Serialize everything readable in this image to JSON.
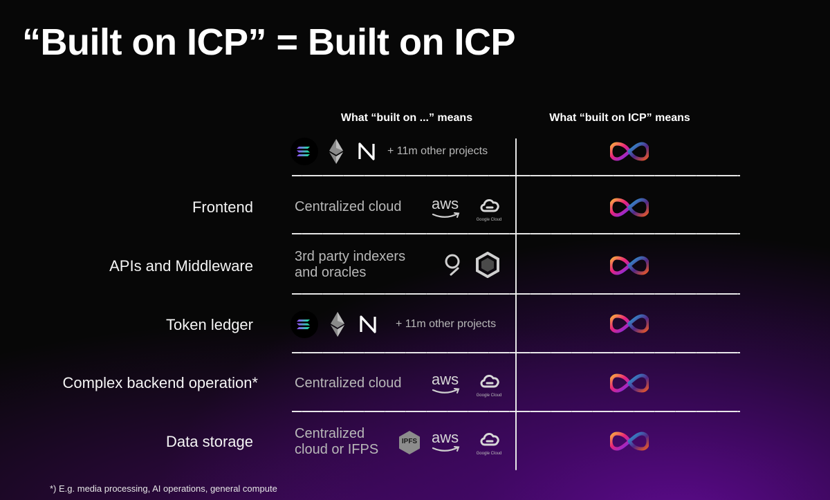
{
  "title": "“Built on ICP” = Built on ICP",
  "headers": {
    "left": "What “built on ...” means",
    "right": "What “built on ICP” means"
  },
  "rows": [
    {
      "label": "",
      "cell_text": "",
      "other": "+ 11m other projects",
      "icons": [
        "solana-icon",
        "ethereum-icon",
        "near-icon"
      ]
    },
    {
      "label": "Frontend",
      "cell_text": "Centralized cloud",
      "icons": [
        "aws-icon",
        "google-cloud-icon"
      ]
    },
    {
      "label": "APIs and Middleware",
      "cell_text": "3rd party indexers and oracles",
      "icons": [
        "the-graph-icon",
        "chainlink-icon"
      ]
    },
    {
      "label": "Token ledger",
      "cell_text": "",
      "other": "+ 11m other projects",
      "icons": [
        "solana-icon",
        "ethereum-icon",
        "near-icon"
      ]
    },
    {
      "label": "Complex backend operation*",
      "cell_text": "Centralized cloud",
      "icons": [
        "aws-icon",
        "google-cloud-icon"
      ]
    },
    {
      "label": "Data storage",
      "cell_text": "Centralized cloud or IFPS",
      "icons": [
        "ipfs-icon",
        "aws-icon",
        "google-cloud-icon"
      ]
    }
  ],
  "icon_labels": {
    "aws": "aws",
    "google_cloud": "Google Cloud",
    "ipfs": "IPFS"
  },
  "footnote": "*) E.g. media processing, AI operations, general compute",
  "colors": {
    "background": "#070707",
    "accent_purple": "#5c0a8c",
    "icp_magenta": "#e8237a",
    "icp_purple": "#6d2cf5",
    "icp_blue": "#29abe2",
    "icp_orange": "#fbb03b"
  }
}
